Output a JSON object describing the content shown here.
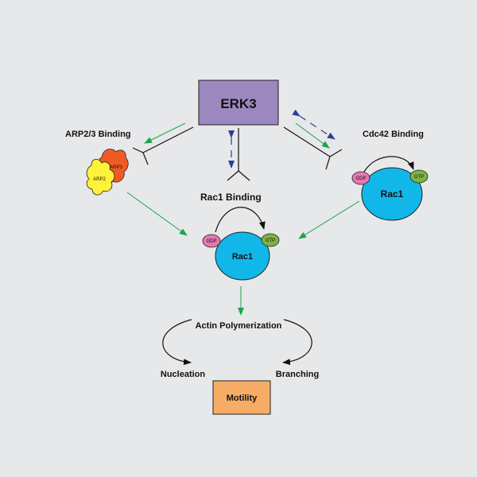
{
  "nodes": {
    "erk3": "ERK3",
    "motility": "Motility"
  },
  "labels": {
    "arp_binding": "ARP2/3 Binding",
    "cdc42_binding": "Cdc42 Binding",
    "rac1_binding": "Rac1 Binding",
    "actin_polymerization": "Actin Polymerization",
    "nucleation": "Nucleation",
    "branching": "Branching"
  },
  "proteins": {
    "arp3": "ARP3",
    "arp2": "ARP2",
    "rac1_center": "Rac1",
    "rac1_right": "Rac1",
    "gdp": "GDP",
    "gtp": "GTP"
  },
  "colors": {
    "background": "#e7e8ea",
    "erk3_box": "#9c87bf",
    "motility_box": "#f7ac66",
    "rac1": "#12b7ea",
    "gdp": "#e678b4",
    "gtp": "#7cb342",
    "arp3": "#f15a24",
    "arp2": "#fff23a",
    "green_arrow": "#1aa54a",
    "blue_arrow": "#2b3f98"
  }
}
